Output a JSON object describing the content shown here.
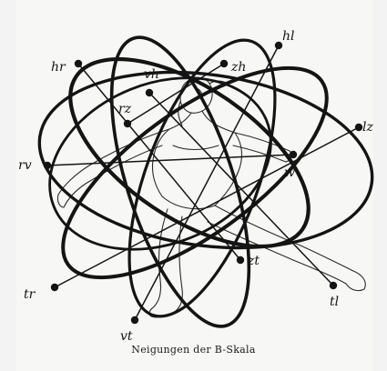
{
  "caption": "Neigungen der B-Skala",
  "ink_color": "#141414",
  "nodes": {
    "hl": "hl",
    "hr": "hr",
    "zh": "zh",
    "vh": "vh",
    "rz": "rz",
    "lz": "lz",
    "rv": "rv",
    "w": "w",
    "zt": "zt",
    "tr": "tr",
    "tl": "tl",
    "vt": "vt"
  }
}
